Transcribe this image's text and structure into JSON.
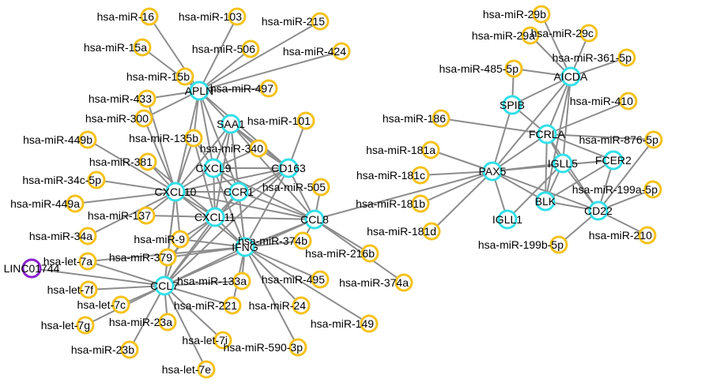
{
  "colors": {
    "mirna": "#f5c21b",
    "gene": "#33e0e8",
    "lncrna": "#8a1fd0",
    "edge": "#8c8c8c"
  },
  "nodes": [
    {
      "id": "APLN",
      "label": "APLN",
      "type": "gene"
    },
    {
      "id": "SAA1",
      "label": "SAA1",
      "type": "gene"
    },
    {
      "id": "CXCL9",
      "label": "CXCL9",
      "type": "gene"
    },
    {
      "id": "CD163",
      "label": "CD163",
      "type": "gene"
    },
    {
      "id": "CXCL10",
      "label": "CXCL10",
      "type": "gene"
    },
    {
      "id": "CCR1",
      "label": "CCR1",
      "type": "gene"
    },
    {
      "id": "CXCL11",
      "label": "CXCL11",
      "type": "gene"
    },
    {
      "id": "CCL8",
      "label": "CCL8",
      "type": "gene"
    },
    {
      "id": "IFNG",
      "label": "IFNG",
      "type": "gene"
    },
    {
      "id": "CCL7",
      "label": "CCL7",
      "type": "gene"
    },
    {
      "id": "PAX5",
      "label": "PAX5",
      "type": "gene"
    },
    {
      "id": "AICDA",
      "label": "AICDA",
      "type": "gene"
    },
    {
      "id": "SPIB",
      "label": "SPIB",
      "type": "gene"
    },
    {
      "id": "FCRLA",
      "label": "FCRLA",
      "type": "gene"
    },
    {
      "id": "IGLL5",
      "label": "IGLL5",
      "type": "gene"
    },
    {
      "id": "FCER2",
      "label": "FCER2",
      "type": "gene"
    },
    {
      "id": "BLK",
      "label": "BLK",
      "type": "gene"
    },
    {
      "id": "CD22",
      "label": "CD22",
      "type": "gene"
    },
    {
      "id": "IGLL1",
      "label": "IGLL1",
      "type": "gene"
    },
    {
      "id": "LINC01744",
      "label": "LINC01744",
      "type": "lncrna"
    },
    {
      "id": "miR-16",
      "label": "hsa-miR-16",
      "type": "mirna"
    },
    {
      "id": "miR-103",
      "label": "hsa-miR-103",
      "type": "mirna"
    },
    {
      "id": "miR-215",
      "label": "hsa-miR-215",
      "type": "mirna"
    },
    {
      "id": "miR-15a",
      "label": "hsa-miR-15a",
      "type": "mirna"
    },
    {
      "id": "miR-506",
      "label": "hsa-miR-506",
      "type": "mirna"
    },
    {
      "id": "miR-424",
      "label": "hsa-miR-424",
      "type": "mirna"
    },
    {
      "id": "miR-15b",
      "label": "hsa-miR-15b",
      "type": "mirna"
    },
    {
      "id": "miR-497",
      "label": "hsa-miR-497",
      "type": "mirna"
    },
    {
      "id": "miR-433",
      "label": "hsa-miR-433",
      "type": "mirna"
    },
    {
      "id": "miR-300",
      "label": "hsa-miR-300",
      "type": "mirna"
    },
    {
      "id": "miR-101",
      "label": "hsa-miR-101",
      "type": "mirna"
    },
    {
      "id": "miR-449b",
      "label": "hsa-miR-449b",
      "type": "mirna"
    },
    {
      "id": "miR-135b",
      "label": "hsa-miR-135b",
      "type": "mirna"
    },
    {
      "id": "miR-340",
      "label": "hsa-miR-340",
      "type": "mirna"
    },
    {
      "id": "miR-381",
      "label": "hsa-miR-381",
      "type": "mirna"
    },
    {
      "id": "miR-34c-5p",
      "label": "hsa-miR-34c-5p",
      "type": "mirna"
    },
    {
      "id": "miR-505",
      "label": "hsa-miR-505",
      "type": "mirna"
    },
    {
      "id": "miR-449a",
      "label": "hsa-miR-449a",
      "type": "mirna"
    },
    {
      "id": "miR-137",
      "label": "hsa-miR-137",
      "type": "mirna"
    },
    {
      "id": "miR-34a",
      "label": "hsa-miR-34a",
      "type": "mirna"
    },
    {
      "id": "miR-9",
      "label": "hsa-miR-9",
      "type": "mirna"
    },
    {
      "id": "miR-374b",
      "label": "hsa-miR-374b",
      "type": "mirna"
    },
    {
      "id": "let-7a",
      "label": "hsa-let-7a",
      "type": "mirna"
    },
    {
      "id": "miR-379",
      "label": "hsa-miR-379",
      "type": "mirna"
    },
    {
      "id": "miR-216b",
      "label": "hsa-miR-216b",
      "type": "mirna"
    },
    {
      "id": "let-7f",
      "label": "hsa-let-7f",
      "type": "mirna"
    },
    {
      "id": "miR-133a",
      "label": "hsa-miR-133a",
      "type": "mirna"
    },
    {
      "id": "miR-495",
      "label": "hsa-miR-495",
      "type": "mirna"
    },
    {
      "id": "miR-374a",
      "label": "hsa-miR-374a",
      "type": "mirna"
    },
    {
      "id": "let-7c",
      "label": "hsa-let-7c",
      "type": "mirna"
    },
    {
      "id": "miR-221",
      "label": "hsa-miR-221",
      "type": "mirna"
    },
    {
      "id": "miR-24",
      "label": "hsa-miR-24",
      "type": "mirna"
    },
    {
      "id": "let-7g",
      "label": "hsa-let-7g",
      "type": "mirna"
    },
    {
      "id": "miR-23a",
      "label": "hsa-miR-23a",
      "type": "mirna"
    },
    {
      "id": "miR-149",
      "label": "hsa-miR-149",
      "type": "mirna"
    },
    {
      "id": "let-7i",
      "label": "hsa-let-7i",
      "type": "mirna"
    },
    {
      "id": "miR-23b",
      "label": "hsa-miR-23b",
      "type": "mirna"
    },
    {
      "id": "miR-590-3p",
      "label": "hsa-miR-590-3p",
      "type": "mirna"
    },
    {
      "id": "let-7e",
      "label": "hsa-let-7e",
      "type": "mirna"
    },
    {
      "id": "miR-186",
      "label": "hsa-miR-186",
      "type": "mirna"
    },
    {
      "id": "miR-181a",
      "label": "hsa-miR-181a",
      "type": "mirna"
    },
    {
      "id": "miR-181c",
      "label": "hsa-miR-181c",
      "type": "mirna"
    },
    {
      "id": "miR-181b",
      "label": "hsa-miR-181b",
      "type": "mirna"
    },
    {
      "id": "miR-181d",
      "label": "hsa-miR-181d",
      "type": "mirna"
    },
    {
      "id": "miR-29b",
      "label": "hsa-miR-29b",
      "type": "mirna"
    },
    {
      "id": "miR-29a",
      "label": "hsa-miR-29a",
      "type": "mirna"
    },
    {
      "id": "miR-29c",
      "label": "hsa-miR-29c",
      "type": "mirna"
    },
    {
      "id": "miR-361-5p",
      "label": "hsa-miR-361-5p",
      "type": "mirna"
    },
    {
      "id": "miR-485-5p",
      "label": "hsa-miR-485-5p",
      "type": "mirna"
    },
    {
      "id": "miR-410",
      "label": "hsa-miR-410",
      "type": "mirna"
    },
    {
      "id": "miR-876-5p",
      "label": "hsa-miR-876-5p",
      "type": "mirna"
    },
    {
      "id": "miR-199a-5p",
      "label": "hsa-miR-199a-5p",
      "type": "mirna"
    },
    {
      "id": "miR-210",
      "label": "hsa-miR-210",
      "type": "mirna"
    },
    {
      "id": "miR-199b-5p",
      "label": "hsa-miR-199b-5p",
      "type": "mirna"
    }
  ],
  "edges": [
    [
      "miR-16",
      "APLN"
    ],
    [
      "miR-103",
      "APLN"
    ],
    [
      "miR-215",
      "APLN"
    ],
    [
      "miR-15a",
      "APLN"
    ],
    [
      "miR-506",
      "APLN"
    ],
    [
      "miR-424",
      "APLN"
    ],
    [
      "miR-15b",
      "APLN"
    ],
    [
      "miR-497",
      "APLN"
    ],
    [
      "miR-433",
      "APLN"
    ],
    [
      "miR-300",
      "APLN"
    ],
    [
      "miR-135b",
      "APLN"
    ],
    [
      "APLN",
      "SAA1"
    ],
    [
      "APLN",
      "CXCL9"
    ],
    [
      "APLN",
      "CXCL10"
    ],
    [
      "APLN",
      "CCR1"
    ],
    [
      "APLN",
      "CD163"
    ],
    [
      "miR-101",
      "CD163"
    ],
    [
      "miR-340",
      "SAA1"
    ],
    [
      "miR-340",
      "CXCL9"
    ],
    [
      "miR-340",
      "CD163"
    ],
    [
      "miR-135b",
      "CXCL9"
    ],
    [
      "miR-135b",
      "CXCL10"
    ],
    [
      "miR-135b",
      "CXCL11"
    ],
    [
      "miR-449b",
      "CXCL10"
    ],
    [
      "miR-381",
      "CXCL10"
    ],
    [
      "miR-381",
      "CXCL11"
    ],
    [
      "miR-34c-5p",
      "CXCL10"
    ],
    [
      "miR-449a",
      "CXCL10"
    ],
    [
      "miR-137",
      "CXCL10"
    ],
    [
      "miR-137",
      "CXCL11"
    ],
    [
      "miR-34a",
      "CXCL10"
    ],
    [
      "miR-300",
      "CXCL10"
    ],
    [
      "miR-433",
      "CXCL10"
    ],
    [
      "miR-9",
      "CXCL10"
    ],
    [
      "miR-9",
      "CXCL11"
    ],
    [
      "miR-379",
      "CXCL10"
    ],
    [
      "miR-379",
      "CXCL11"
    ],
    [
      "SAA1",
      "CXCL9"
    ],
    [
      "SAA1",
      "CCR1"
    ],
    [
      "SAA1",
      "CXCL10"
    ],
    [
      "SAA1",
      "CXCL11"
    ],
    [
      "SAA1",
      "IFNG"
    ],
    [
      "SAA1",
      "CCL8"
    ],
    [
      "SAA1",
      "CD163"
    ],
    [
      "CXCL9",
      "CXCL10"
    ],
    [
      "CXCL9",
      "CCR1"
    ],
    [
      "CXCL9",
      "CXCL11"
    ],
    [
      "CXCL9",
      "CD163"
    ],
    [
      "CXCL9",
      "CCL8"
    ],
    [
      "CXCL9",
      "IFNG"
    ],
    [
      "CXCL10",
      "CCR1"
    ],
    [
      "CXCL10",
      "CXCL11"
    ],
    [
      "CXCL10",
      "IFNG"
    ],
    [
      "CXCL10",
      "CCL8"
    ],
    [
      "CXCL10",
      "CD163"
    ],
    [
      "CXCL10",
      "CCL7"
    ],
    [
      "CCR1",
      "CXCL11"
    ],
    [
      "CCR1",
      "CCL8"
    ],
    [
      "CCR1",
      "IFNG"
    ],
    [
      "CCR1",
      "CD163"
    ],
    [
      "CCR1",
      "CCL7"
    ],
    [
      "CXCL11",
      "IFNG"
    ],
    [
      "CXCL11",
      "CCL8"
    ],
    [
      "CXCL11",
      "CD163"
    ],
    [
      "CXCL11",
      "CCL7"
    ],
    [
      "CD163",
      "IFNG"
    ],
    [
      "CD163",
      "CCL8"
    ],
    [
      "CD163",
      "CCL7"
    ],
    [
      "IFNG",
      "CCL8"
    ],
    [
      "IFNG",
      "CCL7"
    ],
    [
      "CCL8",
      "CCL7"
    ],
    [
      "miR-505",
      "CCL8"
    ],
    [
      "miR-374b",
      "CCL8"
    ],
    [
      "miR-216b",
      "CCL8"
    ],
    [
      "miR-374a",
      "CCL8"
    ],
    [
      "CCL8",
      "PAX5"
    ],
    [
      "IFNG",
      "miR-374b"
    ],
    [
      "IFNG",
      "miR-133a"
    ],
    [
      "IFNG",
      "miR-495"
    ],
    [
      "IFNG",
      "miR-24"
    ],
    [
      "IFNG",
      "miR-149"
    ],
    [
      "IFNG",
      "miR-221"
    ],
    [
      "IFNG",
      "miR-590-3p"
    ],
    [
      "IFNG",
      "miR-9"
    ],
    [
      "IFNG",
      "miR-379"
    ],
    [
      "IFNG",
      "let-7a"
    ],
    [
      "LINC01744",
      "CCL7"
    ],
    [
      "let-7a",
      "CCL7"
    ],
    [
      "let-7f",
      "CCL7"
    ],
    [
      "let-7c",
      "CCL7"
    ],
    [
      "let-7g",
      "CCL7"
    ],
    [
      "miR-23a",
      "CCL7"
    ],
    [
      "let-7i",
      "CCL7"
    ],
    [
      "miR-23b",
      "CCL7"
    ],
    [
      "let-7e",
      "CCL7"
    ],
    [
      "miR-379",
      "CCL7"
    ],
    [
      "miR-9",
      "CCL7"
    ],
    [
      "miR-133a",
      "CCL7"
    ],
    [
      "miR-221",
      "CCL7"
    ],
    [
      "miR-186",
      "FCRLA"
    ],
    [
      "miR-181a",
      "PAX5"
    ],
    [
      "miR-181c",
      "PAX5"
    ],
    [
      "miR-181b",
      "PAX5"
    ],
    [
      "miR-181d",
      "PAX5"
    ],
    [
      "PAX5",
      "SPIB"
    ],
    [
      "PAX5",
      "FCRLA"
    ],
    [
      "PAX5",
      "IGLL5"
    ],
    [
      "PAX5",
      "BLK"
    ],
    [
      "PAX5",
      "CD22"
    ],
    [
      "PAX5",
      "IGLL1"
    ],
    [
      "PAX5",
      "AICDA"
    ],
    [
      "PAX5",
      "FCER2"
    ],
    [
      "miR-29b",
      "AICDA"
    ],
    [
      "miR-29a",
      "AICDA"
    ],
    [
      "miR-29c",
      "AICDA"
    ],
    [
      "miR-361-5p",
      "AICDA"
    ],
    [
      "miR-485-5p",
      "AICDA"
    ],
    [
      "miR-485-5p",
      "SPIB"
    ],
    [
      "SPIB",
      "AICDA"
    ],
    [
      "SPIB",
      "FCRLA"
    ],
    [
      "AICDA",
      "FCRLA"
    ],
    [
      "AICDA",
      "IGLL5"
    ],
    [
      "AICDA",
      "BLK"
    ],
    [
      "miR-410",
      "FCRLA"
    ],
    [
      "FCRLA",
      "IGLL5"
    ],
    [
      "FCRLA",
      "FCER2"
    ],
    [
      "FCRLA",
      "BLK"
    ],
    [
      "FCRLA",
      "CD22"
    ],
    [
      "FCRLA",
      "miR-876-5p"
    ],
    [
      "IGLL5",
      "BLK"
    ],
    [
      "IGLL5",
      "CD22"
    ],
    [
      "IGLL5",
      "IGLL1"
    ],
    [
      "FCER2",
      "CD22"
    ],
    [
      "FCER2",
      "BLK"
    ],
    [
      "BLK",
      "CD22"
    ],
    [
      "miR-876-5p",
      "CD22"
    ],
    [
      "miR-199a-5p",
      "CD22"
    ],
    [
      "miR-210",
      "CD22"
    ],
    [
      "miR-199b-5p",
      "CD22"
    ]
  ]
}
